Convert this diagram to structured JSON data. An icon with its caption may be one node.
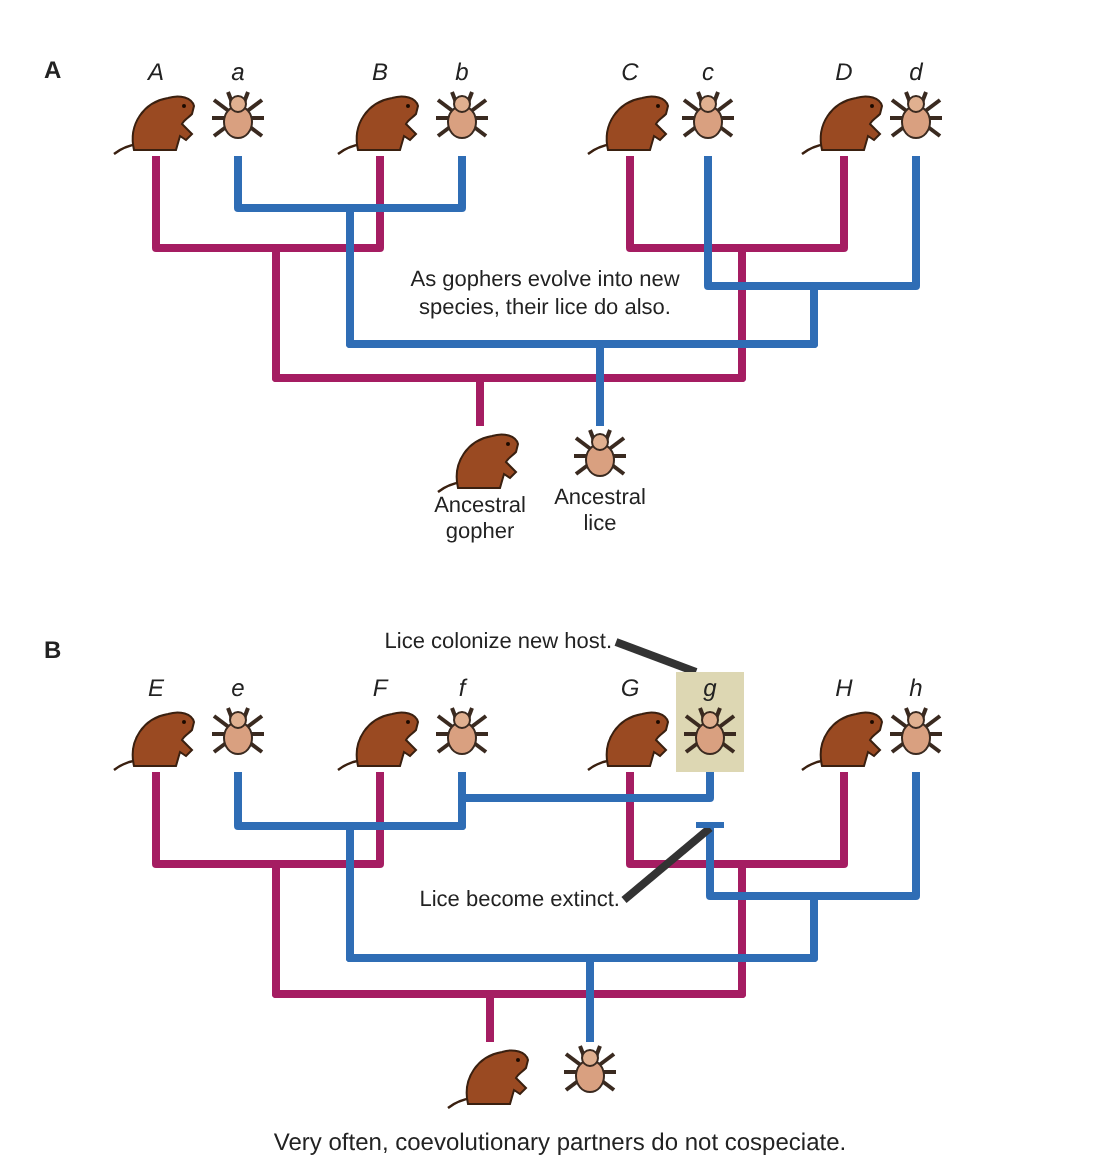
{
  "diagram": {
    "caption": "Very often, coevolutionary partners do not cospeciate.",
    "nodes": [
      {
        "text": [
          "A"
        ]
      },
      {
        "text": [
          "a"
        ]
      },
      {
        "text": [
          "B"
        ]
      },
      {
        "text": [
          "b"
        ]
      },
      {
        "text": [
          "C"
        ]
      },
      {
        "text": [
          "c"
        ]
      },
      {
        "text": [
          "D"
        ]
      },
      {
        "text": [
          "d"
        ]
      },
      {
        "text": [
          "Ancestral gopher"
        ]
      },
      {
        "text": [
          "Ancestral lice"
        ]
      },
      {
        "text": [
          "Lice colonize new host."
        ]
      },
      {
        "text": [
          "E"
        ]
      },
      {
        "text": [
          "e"
        ]
      },
      {
        "text": [
          "F"
        ]
      },
      {
        "text": [
          "f"
        ]
      },
      {
        "text": [
          "G"
        ]
      },
      {
        "text": [
          "g"
        ]
      },
      {
        "text": [
          "H"
        ]
      },
      {
        "text": [
          "h"
        ]
      },
      {
        "text": [
          "Lice become extinct."
        ]
      },
      {
        "text": [],
        "shape": "picture"
      },
      {
        "text": [],
        "shape": "picture"
      },
      {
        "text": [],
        "shape": "bar"
      }
    ],
    "edges": [
      {
        "from": 8,
        "to": 0,
        "arrow": "none",
        "color": "#a51d62"
      },
      {
        "from": 8,
        "to": 2,
        "arrow": "none",
        "color": "#a51d62"
      },
      {
        "from": 8,
        "to": 4,
        "arrow": "none",
        "color": "#a51d62"
      },
      {
        "from": 8,
        "to": 6,
        "arrow": "none",
        "color": "#a51d62"
      },
      {
        "from": 9,
        "to": 1,
        "arrow": "none",
        "color": "#2f6db5"
      },
      {
        "from": 9,
        "to": 3,
        "arrow": "none",
        "color": "#2f6db5"
      },
      {
        "from": 9,
        "to": 5,
        "arrow": "none",
        "color": "#2f6db5"
      },
      {
        "from": 9,
        "to": 7,
        "arrow": "none",
        "color": "#2f6db5"
      },
      {
        "from": 20,
        "to": 11,
        "arrow": "none",
        "color": "#a51d62"
      },
      {
        "from": 20,
        "to": 13,
        "arrow": "none",
        "color": "#a51d62"
      },
      {
        "from": 20,
        "to": 15,
        "arrow": "none",
        "color": "#a51d62"
      },
      {
        "from": 20,
        "to": 17,
        "arrow": "none",
        "color": "#a51d62"
      },
      {
        "from": 21,
        "to": 12,
        "arrow": "none",
        "color": "#2f6db5"
      },
      {
        "from": 21,
        "to": 14,
        "arrow": "none",
        "color": "#2f6db5"
      },
      {
        "from": 21,
        "to": 16,
        "arrow": "none",
        "color": "#2f6db5"
      },
      {
        "from": 21,
        "to": 18,
        "arrow": "none",
        "color": "#2f6db5"
      },
      {
        "from": 21,
        "to": 22,
        "arrow": "none",
        "color": "#2f6db5"
      },
      {
        "from": 10,
        "to": 16,
        "arrow": "none",
        "color": "#333333"
      },
      {
        "from": 19,
        "to": 22,
        "arrow": "none",
        "color": "#333333"
      }
    ],
    "labels": [
      "A",
      "As gophers evolve into new species, their lice do also.",
      "B"
    ]
  }
}
